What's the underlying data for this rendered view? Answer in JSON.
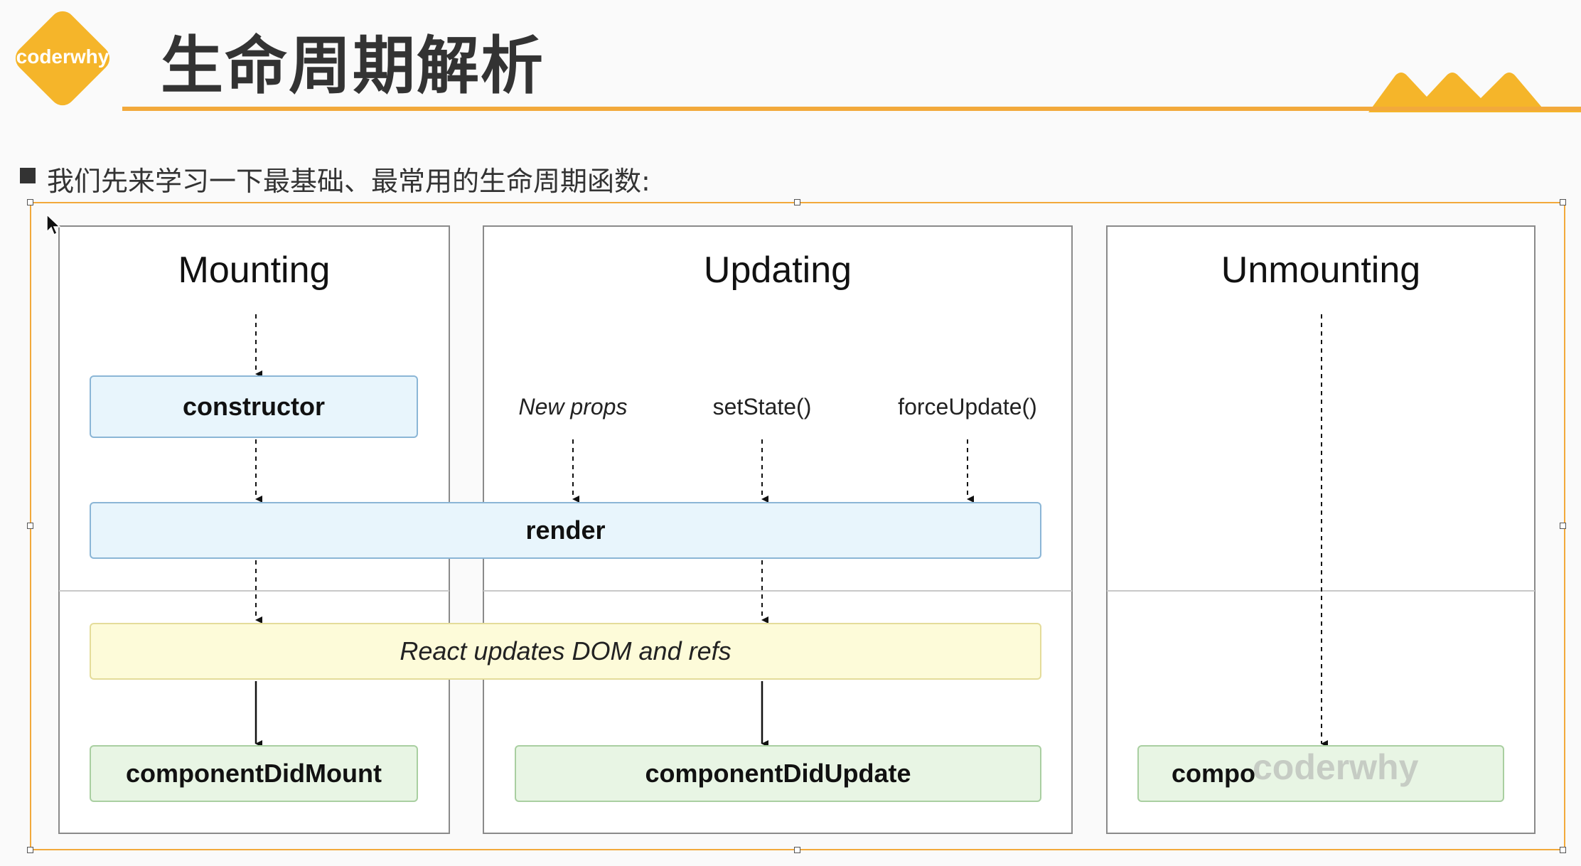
{
  "logo": {
    "text": "coderwhy"
  },
  "page_title": "生命周期解析",
  "bullet_text": "我们先来学习一下最基础、最常用的生命周期函数:",
  "phases": {
    "mounting": "Mounting",
    "updating": "Updating",
    "unmounting": "Unmounting"
  },
  "triggers": {
    "new_props": "New props",
    "set_state": "setState()",
    "force_update": "forceUpdate()"
  },
  "boxes": {
    "constructor": "constructor",
    "render": "render",
    "react_updates": "React updates DOM and refs",
    "component_did_mount": "componentDidMount",
    "component_did_update": "componentDidUpdate",
    "component_will_unmount": "compo"
  },
  "watermark": "coderwhy",
  "colors": {
    "accent": "#f2a93b",
    "logo": "#f5b52a",
    "blue_box": "#e8f5fc",
    "yellow_box": "#fdfbd9",
    "green_box": "#e8f5e4"
  }
}
